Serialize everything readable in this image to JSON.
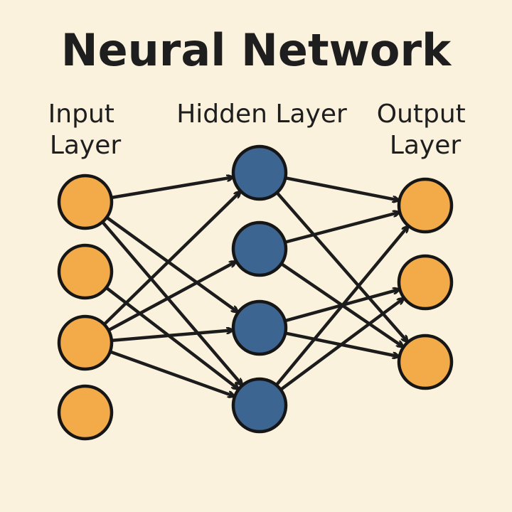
{
  "title": "Neural Network",
  "labels": {
    "input": [
      "Input",
      "Layer"
    ],
    "hidden": "Hidden Layer",
    "output": [
      "Output",
      "Layer"
    ]
  },
  "colors": {
    "background": "#fbf2de",
    "input_node": "#f3aa48",
    "hidden_node": "#3d6591",
    "output_node": "#f3aa48",
    "stroke": "#1c1c1c"
  },
  "layers": {
    "input_count": 4,
    "hidden_count": 4,
    "output_count": 3
  },
  "edges": {
    "input_to_hidden": [
      [
        0,
        0
      ],
      [
        0,
        2
      ],
      [
        0,
        3
      ],
      [
        1,
        3
      ],
      [
        2,
        0
      ],
      [
        2,
        1
      ],
      [
        2,
        2
      ],
      [
        2,
        3
      ]
    ],
    "hidden_to_output": [
      [
        0,
        0
      ],
      [
        0,
        2
      ],
      [
        1,
        0
      ],
      [
        1,
        2
      ],
      [
        2,
        1
      ],
      [
        2,
        2
      ],
      [
        3,
        0
      ],
      [
        3,
        1
      ]
    ]
  }
}
